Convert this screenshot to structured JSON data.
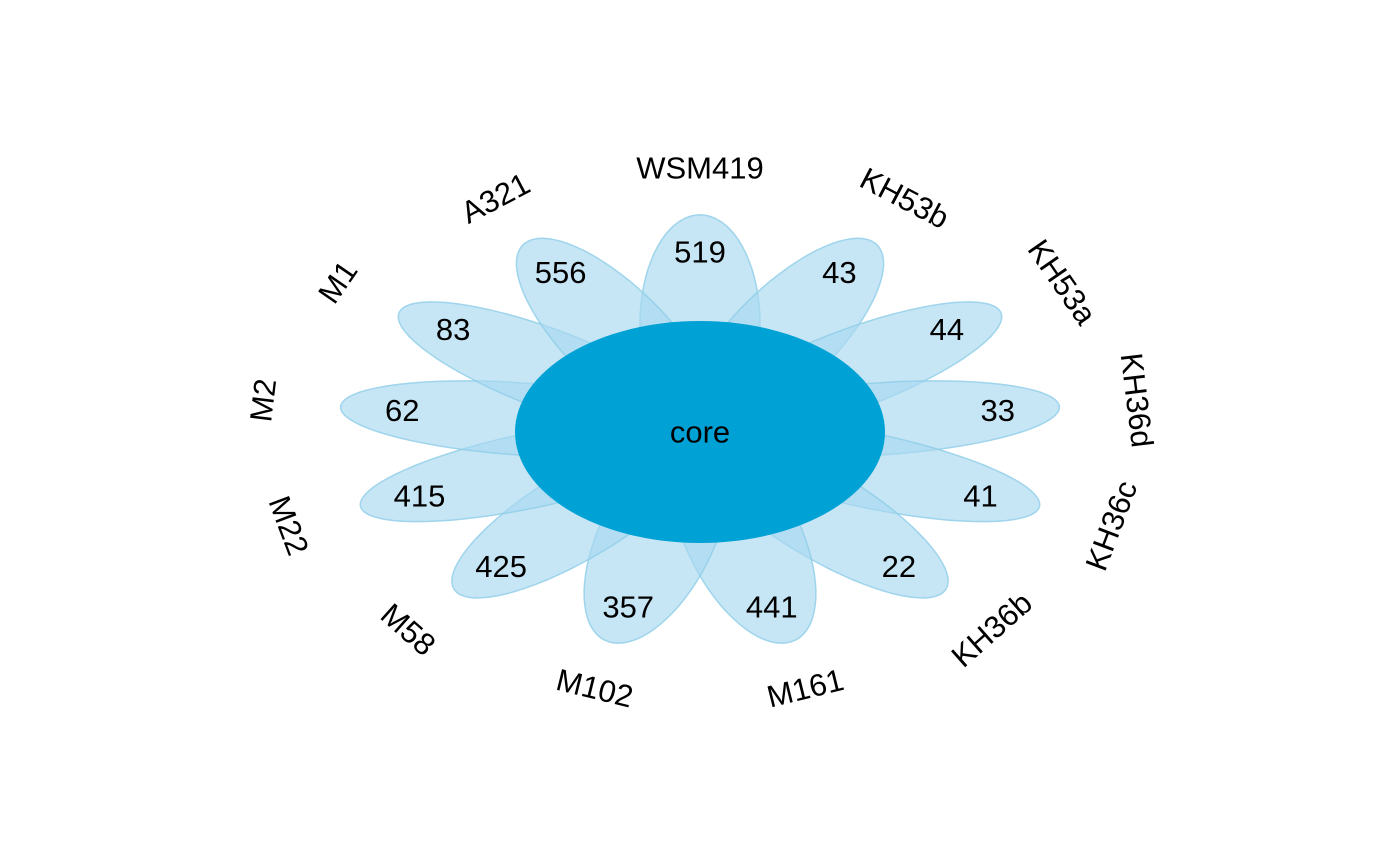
{
  "colors": {
    "petal_fill": "#a7d9f0",
    "petal_stroke": "#8fcde9",
    "core_fill": "#00a2d6",
    "text": "#000000",
    "background": "#ffffff"
  },
  "core": {
    "label": "core"
  },
  "petals": [
    {
      "sample": "WSM419",
      "count": "519"
    },
    {
      "sample": "KH53b",
      "count": "43"
    },
    {
      "sample": "KH53a",
      "count": "44"
    },
    {
      "sample": "KH36d",
      "count": "33"
    },
    {
      "sample": "KH36c",
      "count": "41"
    },
    {
      "sample": "KH36b",
      "count": "22"
    },
    {
      "sample": "M161",
      "count": "441"
    },
    {
      "sample": "M102",
      "count": "357"
    },
    {
      "sample": "M58",
      "count": "425"
    },
    {
      "sample": "M22",
      "count": "415"
    },
    {
      "sample": "M2",
      "count": "62"
    },
    {
      "sample": "M1",
      "count": "83"
    },
    {
      "sample": "A321",
      "count": "556"
    }
  ]
}
